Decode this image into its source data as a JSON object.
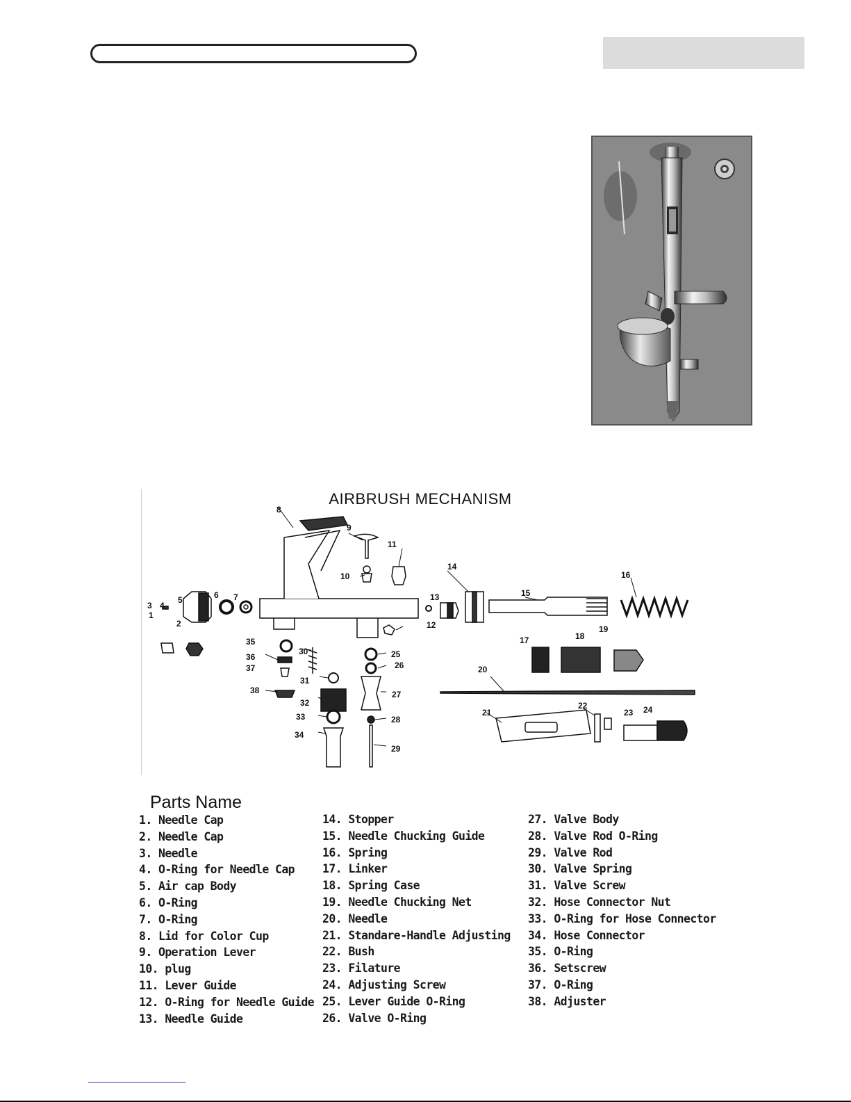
{
  "diagram": {
    "title": "AIRBRUSH MECHANISM",
    "callouts": [
      "1",
      "2",
      "3",
      "4",
      "5",
      "6",
      "7",
      "8",
      "9",
      "10",
      "11",
      "12",
      "13",
      "14",
      "15",
      "16",
      "17",
      "18",
      "19",
      "20",
      "21",
      "22",
      "23",
      "24",
      "25",
      "26",
      "27",
      "28",
      "29",
      "30",
      "31",
      "32",
      "33",
      "34",
      "35",
      "36",
      "37",
      "38"
    ]
  },
  "parts": {
    "heading": "Parts Name",
    "col1": [
      "1. Needle Cap",
      "2. Needle Cap",
      "3. Needle",
      "4. O-Ring for Needle Cap",
      "5. Air cap Body",
      "6. O-Ring",
      "7. O-Ring",
      "8. Lid for Color Cup",
      "9. Operation Lever",
      "10. plug",
      "11. Lever Guide",
      "12. O-Ring for Needle Guide",
      "13. Needle Guide"
    ],
    "col2": [
      "14. Stopper",
      "15. Needle Chucking Guide",
      "16. Spring",
      "17. Linker",
      "18. Spring Case",
      "19. Needle Chucking Net",
      "20. Needle",
      "21. Standare-Handle Adjusting",
      "22. Bush",
      "23. Filature",
      "24. Adjusting Screw",
      "25. Lever Guide O-Ring",
      "26. Valve O-Ring"
    ],
    "col3": [
      "27. Valve Body",
      "28. Valve Rod O-Ring",
      "29. Valve Rod",
      "30. Valve Spring",
      "31. Valve Screw",
      "32. Hose Connector Nut",
      "33. O-Ring for Hose Connector",
      "34. Hose Connector",
      "35. O-Ring",
      "36. Setscrew",
      "37. O-Ring",
      "38. Adjuster"
    ]
  }
}
